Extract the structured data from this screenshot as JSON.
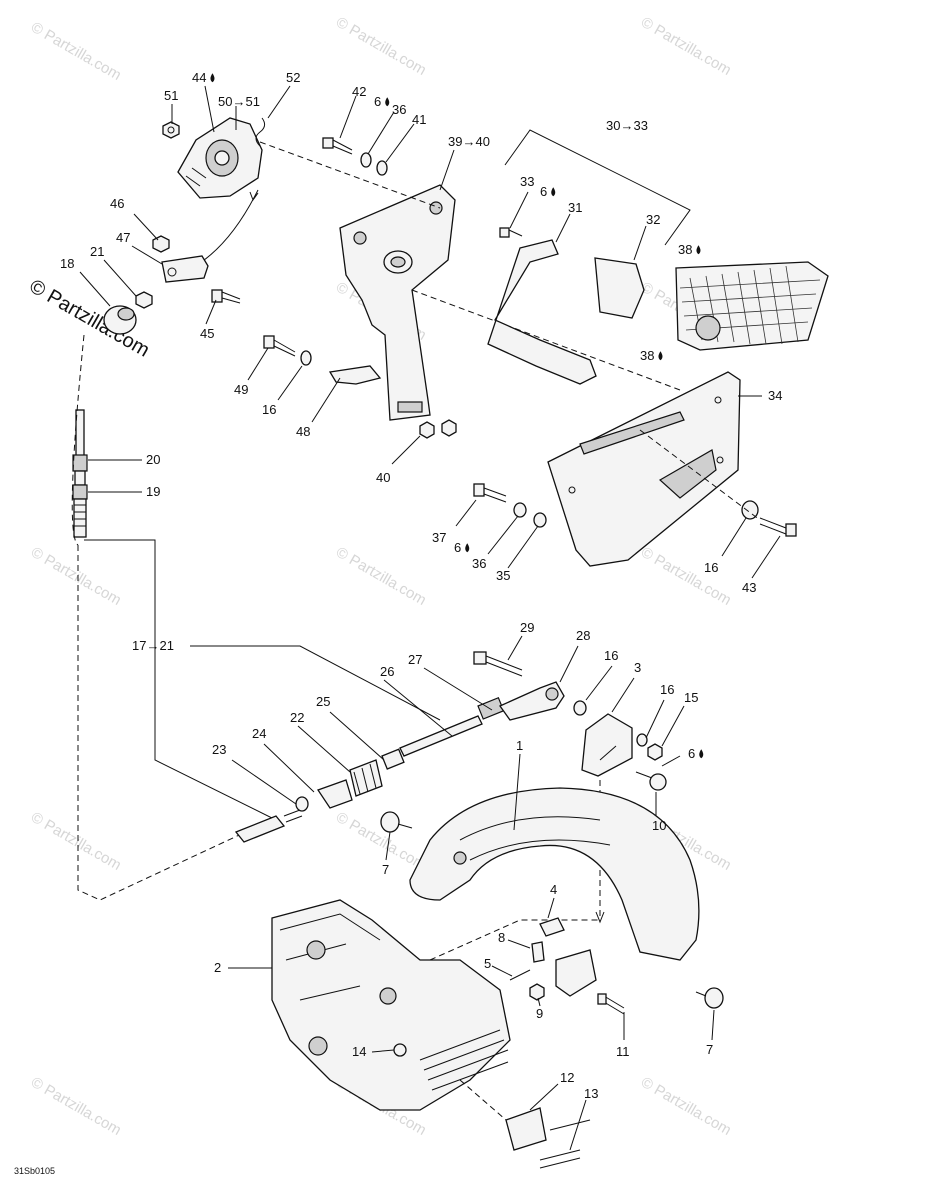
{
  "diagram": {
    "reference_code": "31Sb0105",
    "watermark": "© Partzilla.com",
    "watermark_prominent": "© Partzilla.com"
  },
  "callouts": [
    {
      "id": "c-44",
      "text": "44",
      "drop": true
    },
    {
      "id": "c-52",
      "text": "52"
    },
    {
      "id": "c-51",
      "text": "51"
    },
    {
      "id": "c-5051",
      "text": "50→51"
    },
    {
      "id": "c-42",
      "text": "42"
    },
    {
      "id": "c-6a",
      "text": "6",
      "drop": true
    },
    {
      "id": "c-36a",
      "text": "36"
    },
    {
      "id": "c-41",
      "text": "41"
    },
    {
      "id": "c-3940",
      "text": "39→40"
    },
    {
      "id": "c-3033",
      "text": "30→33"
    },
    {
      "id": "c-33",
      "text": "33"
    },
    {
      "id": "c-6b",
      "text": "6",
      "drop": true
    },
    {
      "id": "c-31",
      "text": "31"
    },
    {
      "id": "c-32",
      "text": "32"
    },
    {
      "id": "c-38a",
      "text": "38",
      "drop": true
    },
    {
      "id": "c-38b",
      "text": "38",
      "drop": true
    },
    {
      "id": "c-46",
      "text": "46"
    },
    {
      "id": "c-47",
      "text": "47"
    },
    {
      "id": "c-18",
      "text": "18"
    },
    {
      "id": "c-21a",
      "text": "21"
    },
    {
      "id": "c-45",
      "text": "45"
    },
    {
      "id": "c-49",
      "text": "49"
    },
    {
      "id": "c-16a",
      "text": "16"
    },
    {
      "id": "c-48",
      "text": "48"
    },
    {
      "id": "c-40",
      "text": "40"
    },
    {
      "id": "c-34",
      "text": "34"
    },
    {
      "id": "c-20",
      "text": "20"
    },
    {
      "id": "c-19",
      "text": "19"
    },
    {
      "id": "c-37",
      "text": "37"
    },
    {
      "id": "c-6c",
      "text": "6",
      "drop": true
    },
    {
      "id": "c-36b",
      "text": "36"
    },
    {
      "id": "c-35",
      "text": "35"
    },
    {
      "id": "c-16b",
      "text": "16"
    },
    {
      "id": "c-43",
      "text": "43"
    },
    {
      "id": "c-1721",
      "text": "17→21"
    },
    {
      "id": "c-29",
      "text": "29"
    },
    {
      "id": "c-28",
      "text": "28"
    },
    {
      "id": "c-27",
      "text": "27"
    },
    {
      "id": "c-16c",
      "text": "16"
    },
    {
      "id": "c-3",
      "text": "3"
    },
    {
      "id": "c-16d",
      "text": "16"
    },
    {
      "id": "c-15",
      "text": "15"
    },
    {
      "id": "c-6d",
      "text": "6",
      "drop": true
    },
    {
      "id": "c-26",
      "text": "26"
    },
    {
      "id": "c-25",
      "text": "25"
    },
    {
      "id": "c-22",
      "text": "22"
    },
    {
      "id": "c-24",
      "text": "24"
    },
    {
      "id": "c-23",
      "text": "23"
    },
    {
      "id": "c-1",
      "text": "1"
    },
    {
      "id": "c-10",
      "text": "10"
    },
    {
      "id": "c-7a",
      "text": "7"
    },
    {
      "id": "c-4",
      "text": "4"
    },
    {
      "id": "c-8",
      "text": "8"
    },
    {
      "id": "c-2",
      "text": "2"
    },
    {
      "id": "c-5",
      "text": "5"
    },
    {
      "id": "c-9",
      "text": "9"
    },
    {
      "id": "c-11",
      "text": "11"
    },
    {
      "id": "c-7b",
      "text": "7"
    },
    {
      "id": "c-14",
      "text": "14"
    },
    {
      "id": "c-12",
      "text": "12"
    },
    {
      "id": "c-13",
      "text": "13"
    }
  ]
}
